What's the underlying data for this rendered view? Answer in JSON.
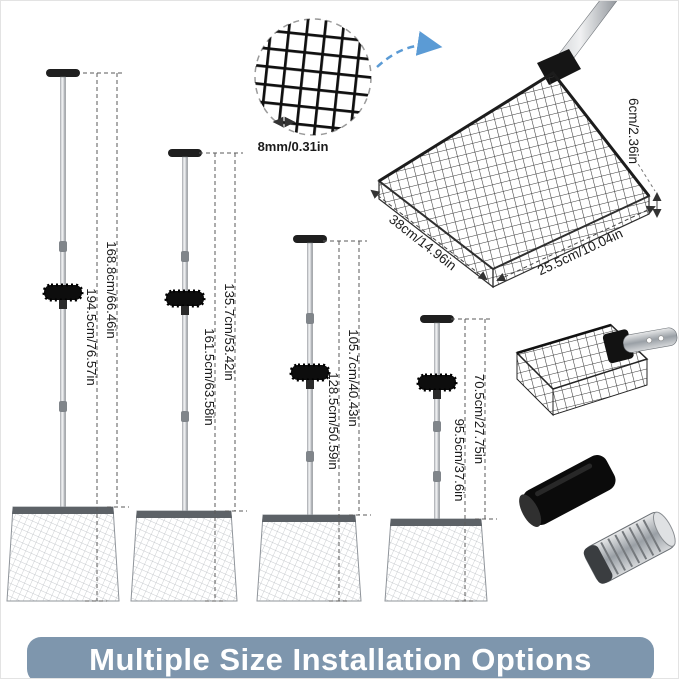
{
  "banner": {
    "label": "Multiple Size Installation Options",
    "bg_color": "#7e96ad",
    "text_color": "#ffffff"
  },
  "mesh_closeup": {
    "gap_label": "8mm/0.31in"
  },
  "scoop_head": {
    "height": "6cm/2.36in",
    "width": "38cm/14.96in",
    "depth": "25.5cm/10.04in"
  },
  "tools": [
    {
      "total_length": "194.5cm/76.57in",
      "pole_length": "168.8cm/66.46in"
    },
    {
      "total_length": "161.5cm/63.58in",
      "pole_length": "135.7cm/53.42in"
    },
    {
      "total_length": "128.5cm/50.59in",
      "pole_length": "105.7cm/40.43in"
    },
    {
      "total_length": "95.5cm/37.6in",
      "pole_length": "70.5cm/27.75in"
    }
  ],
  "colors": {
    "measure_text": "#1b1b1b",
    "zoom_arrow": "#5b9bd5",
    "mesh_dark": "#383838",
    "mesh_light": "#b6babf"
  }
}
